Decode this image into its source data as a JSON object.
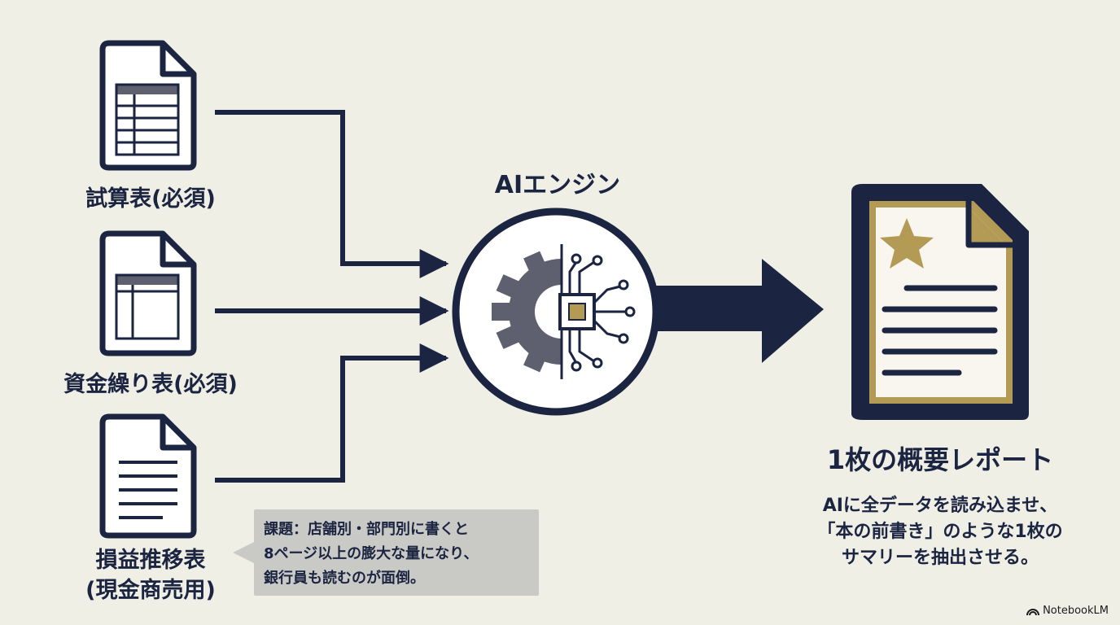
{
  "inputs": [
    {
      "label": "試算表(必須)",
      "icon": "spreadsheet-document-icon"
    },
    {
      "label": "資金繰り表(必須)",
      "icon": "table-document-icon"
    },
    {
      "label_line1": "損益推移表",
      "label_line2": "(現金商売用)",
      "icon": "text-document-icon"
    }
  ],
  "note": {
    "line1": "課題：店舗別・部門別に書くと",
    "line2": "8ページ以上の膨大な量になり、",
    "line3": "銀行員も読むのが面倒。"
  },
  "engine": {
    "title": "AIエンジン",
    "icon": "gear-circuit-icon"
  },
  "output": {
    "title": "1枚の概要レポート",
    "desc_line1": "AIに全データを読み込ませ、",
    "desc_line2": "「本の前書き」のような1枚の",
    "desc_line3": "サマリーを抽出させる。",
    "icon": "star-report-icon"
  },
  "brand": {
    "name": "NotebookLM"
  },
  "colors": {
    "navy": "#1b2440",
    "gold": "#b39a55",
    "gray": "#5e6070",
    "paper": "#f0efe6",
    "note_bg": "#c9c9c6"
  }
}
